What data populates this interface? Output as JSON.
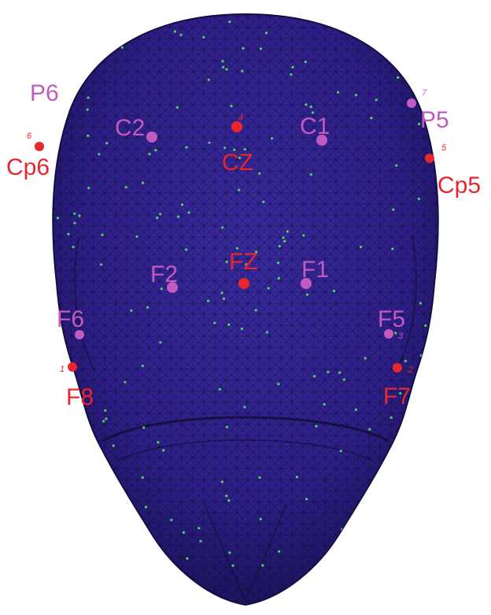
{
  "colors": {
    "head": "#2e1f8a",
    "head_dark": "#1c1460",
    "mesh": "#0d0a2a",
    "node": "#4fd36a",
    "primary": "#e8262c",
    "secondary": "#c25bbf"
  },
  "electrodes": [
    {
      "id": "P6",
      "label": "P6",
      "number": "",
      "group": "secondary"
    },
    {
      "id": "Cp6",
      "label": "Cp6",
      "number": "6",
      "group": "primary"
    },
    {
      "id": "C2",
      "label": "C2",
      "number": "",
      "group": "secondary"
    },
    {
      "id": "CZ",
      "label": "CZ",
      "number": "4",
      "group": "primary"
    },
    {
      "id": "C1",
      "label": "C1",
      "number": "",
      "group": "secondary"
    },
    {
      "id": "P5",
      "label": "P5",
      "number": "7",
      "group": "secondary"
    },
    {
      "id": "Cp5",
      "label": "Cp5",
      "number": "5",
      "group": "primary"
    },
    {
      "id": "F2",
      "label": "F2",
      "number": "",
      "group": "secondary"
    },
    {
      "id": "FZ",
      "label": "FZ",
      "number": "",
      "group": "primary"
    },
    {
      "id": "F1",
      "label": "F1",
      "number": "",
      "group": "secondary"
    },
    {
      "id": "F6",
      "label": "F6",
      "number": "",
      "group": "secondary"
    },
    {
      "id": "F5",
      "label": "F5",
      "number": "3",
      "group": "secondary"
    },
    {
      "id": "F8",
      "label": "F8",
      "number": "1",
      "group": "primary"
    },
    {
      "id": "F7",
      "label": "F7",
      "number": "2",
      "group": "primary"
    }
  ]
}
